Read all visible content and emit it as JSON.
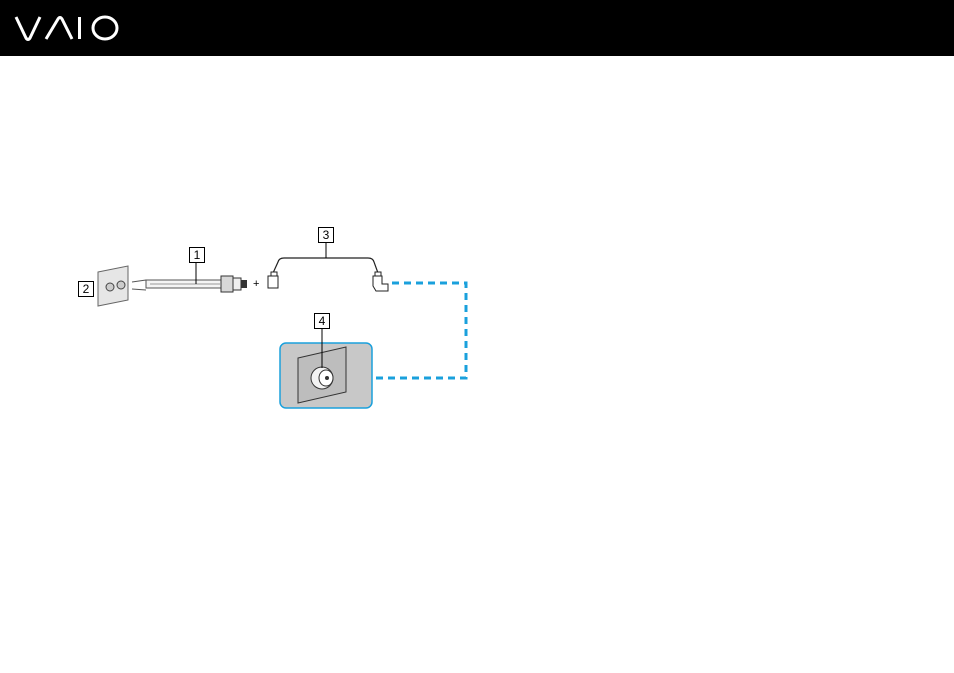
{
  "header": {
    "logo_text": "VAIO",
    "background": "#000000"
  },
  "diagram": {
    "callouts": [
      "1",
      "2",
      "3",
      "4"
    ],
    "joiner": "+",
    "accent_color": "#1aa0dc",
    "panel_color": "#c8c8c8"
  }
}
